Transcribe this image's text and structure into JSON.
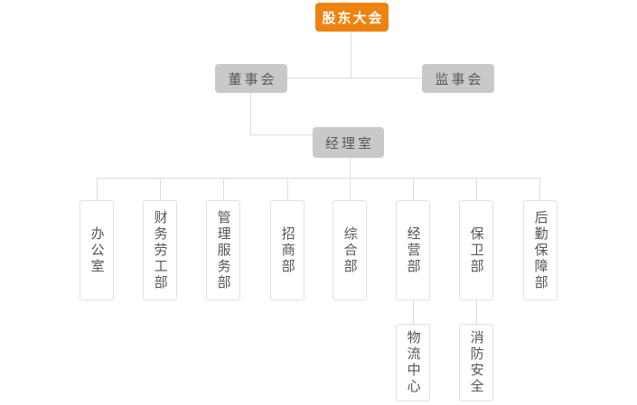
{
  "org": {
    "root": {
      "label": "股东大会"
    },
    "board": {
      "label": "董事会"
    },
    "supervisory": {
      "label": "监事会"
    },
    "manager_office": {
      "label": "经理室"
    },
    "departments": [
      {
        "label": "办公室"
      },
      {
        "label": "财务劳工部"
      },
      {
        "label": "管理服务部"
      },
      {
        "label": "招商部"
      },
      {
        "label": "综合部"
      },
      {
        "label": "经营部"
      },
      {
        "label": "保卫部"
      },
      {
        "label": "后勤保障部"
      }
    ],
    "sub_departments": [
      {
        "label": "物流中心",
        "parent": "经营部"
      },
      {
        "label": "消防安全",
        "parent": "保卫部"
      }
    ],
    "colors": {
      "root_bg": "#ED830E",
      "root_text": "#FFFFFF",
      "node_bg": "#C9C9C9",
      "node_text": "#595959",
      "dept_border": "#E0E0E0",
      "dept_text": "#555555",
      "connector": "#DCDCDC",
      "background": "#FFFFFF"
    }
  }
}
